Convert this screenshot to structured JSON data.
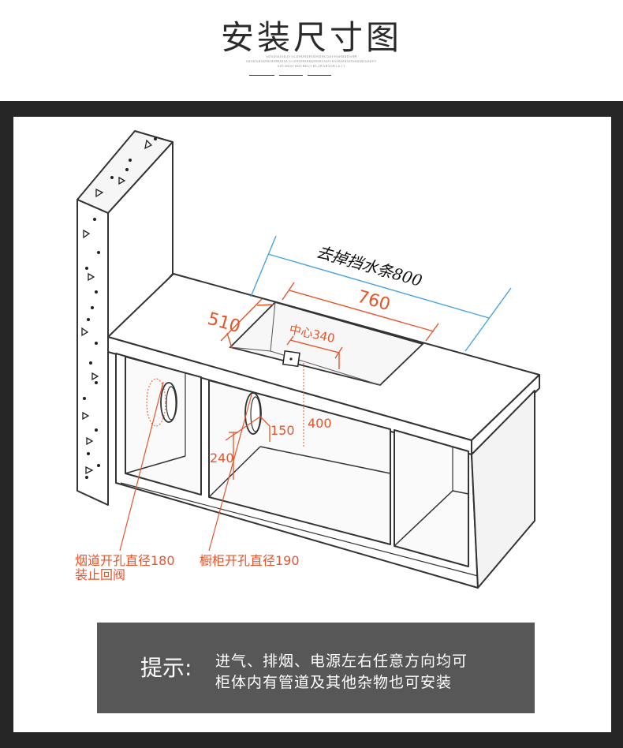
{
  "header": {
    "title": "安装尺寸图",
    "subtitle_lines": [
      "SDSDSDSDJFSCDHUHDHUDHDHCGDFHSHDDDSHM",
      "SDSDSDSDHDUHNUDSCSCDHUHDHUDHDHCGDFHSHDDDSHSHDDDSHDPF",
      "SDFBDSFBDFBDJFBCJKSBSGKCGTT"
    ]
  },
  "diagram": {
    "label_remove_strip": "去掉挡水条800",
    "dim_760": "760",
    "dim_510": "510",
    "dim_center": "中心340",
    "dim_400": "400",
    "dim_150": "150",
    "dim_240": "240",
    "flue_label_line1": "烟道开孔直径180",
    "flue_label_line2": "装止回阀",
    "cabinet_label": "橱柜开孔直径190"
  },
  "tip": {
    "label": "提示:",
    "line1": "进气、排烟、电源左右任意方向均可",
    "line2": "柜体内有管道及其他杂物也可安装"
  },
  "colors": {
    "dimension_red": "#e8542a",
    "dimension_blue": "#4aa3df",
    "tip_bg": "#575757",
    "frame_bg": "#262626"
  }
}
